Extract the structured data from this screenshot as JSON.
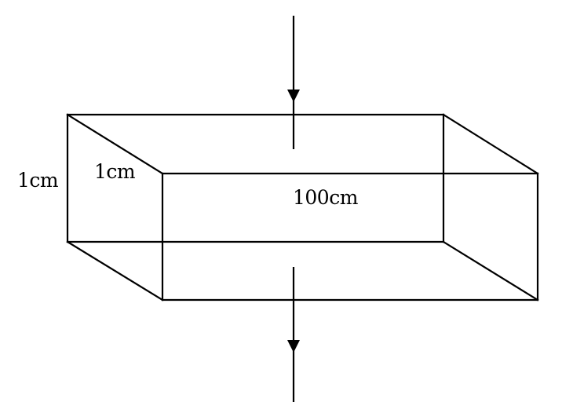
{
  "figure": {
    "labels": {
      "height": "1cm",
      "depth": "1cm",
      "length": "100cm"
    },
    "colors": {
      "line": "#000000",
      "background": "#ffffff"
    },
    "shape": "rectangular-prism",
    "arrows": [
      "arrow-down",
      "arrow-down"
    ]
  }
}
